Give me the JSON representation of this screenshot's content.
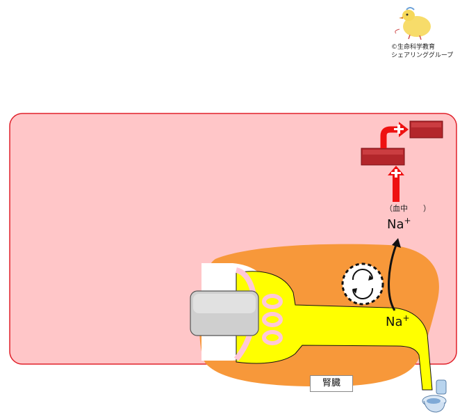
{
  "credit": {
    "line1": "©生命科学教育",
    "line2": "シェアリンググループ"
  },
  "labels": {
    "blood": "（血中　　）",
    "na_top": "Na",
    "na_top_sup": "+",
    "na_bottom": "Na",
    "na_bottom_sup": "+",
    "organ": "腎臓",
    "plus_upper": "+",
    "plus_lower": "+"
  },
  "colors": {
    "cell_fill": "#ffc6c8",
    "cell_stroke": "#e0202a",
    "kidney": "#f7983a",
    "tubule": "#ffff00",
    "hormone": "#b3262b",
    "arrow": "#ee1111",
    "capsule": "#ffc8d8"
  },
  "icons": [
    "mascot-icon",
    "toilet-icon",
    "transporter-icon"
  ]
}
